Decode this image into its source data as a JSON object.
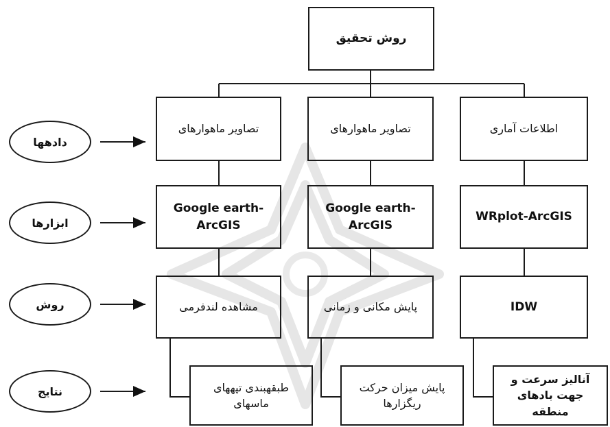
{
  "root": {
    "label": "روش تحقیق"
  },
  "row_labels": {
    "data": "دادهها",
    "tools": "ابزارها",
    "method": "روش",
    "results": "نتایج"
  },
  "columns": [
    {
      "data": "تصاویر ماهوارهای",
      "tool": "Google earth-ArcGIS",
      "method": "مشاهده لندفرمی",
      "result": "طبقهبندی تپههای ماسهای"
    },
    {
      "data": "تصاویر ماهوارهای",
      "tool": "Google earth-ArcGIS",
      "method": "پایش مکانی و زمانی",
      "result": "پایش میزان حرکت ریگزارها"
    },
    {
      "data": "اطلاعات آماری",
      "tool": "WRplot-ArcGIS",
      "method": "IDW",
      "result": "آنالیز سرعت و جهت بادهای منطقه"
    }
  ]
}
